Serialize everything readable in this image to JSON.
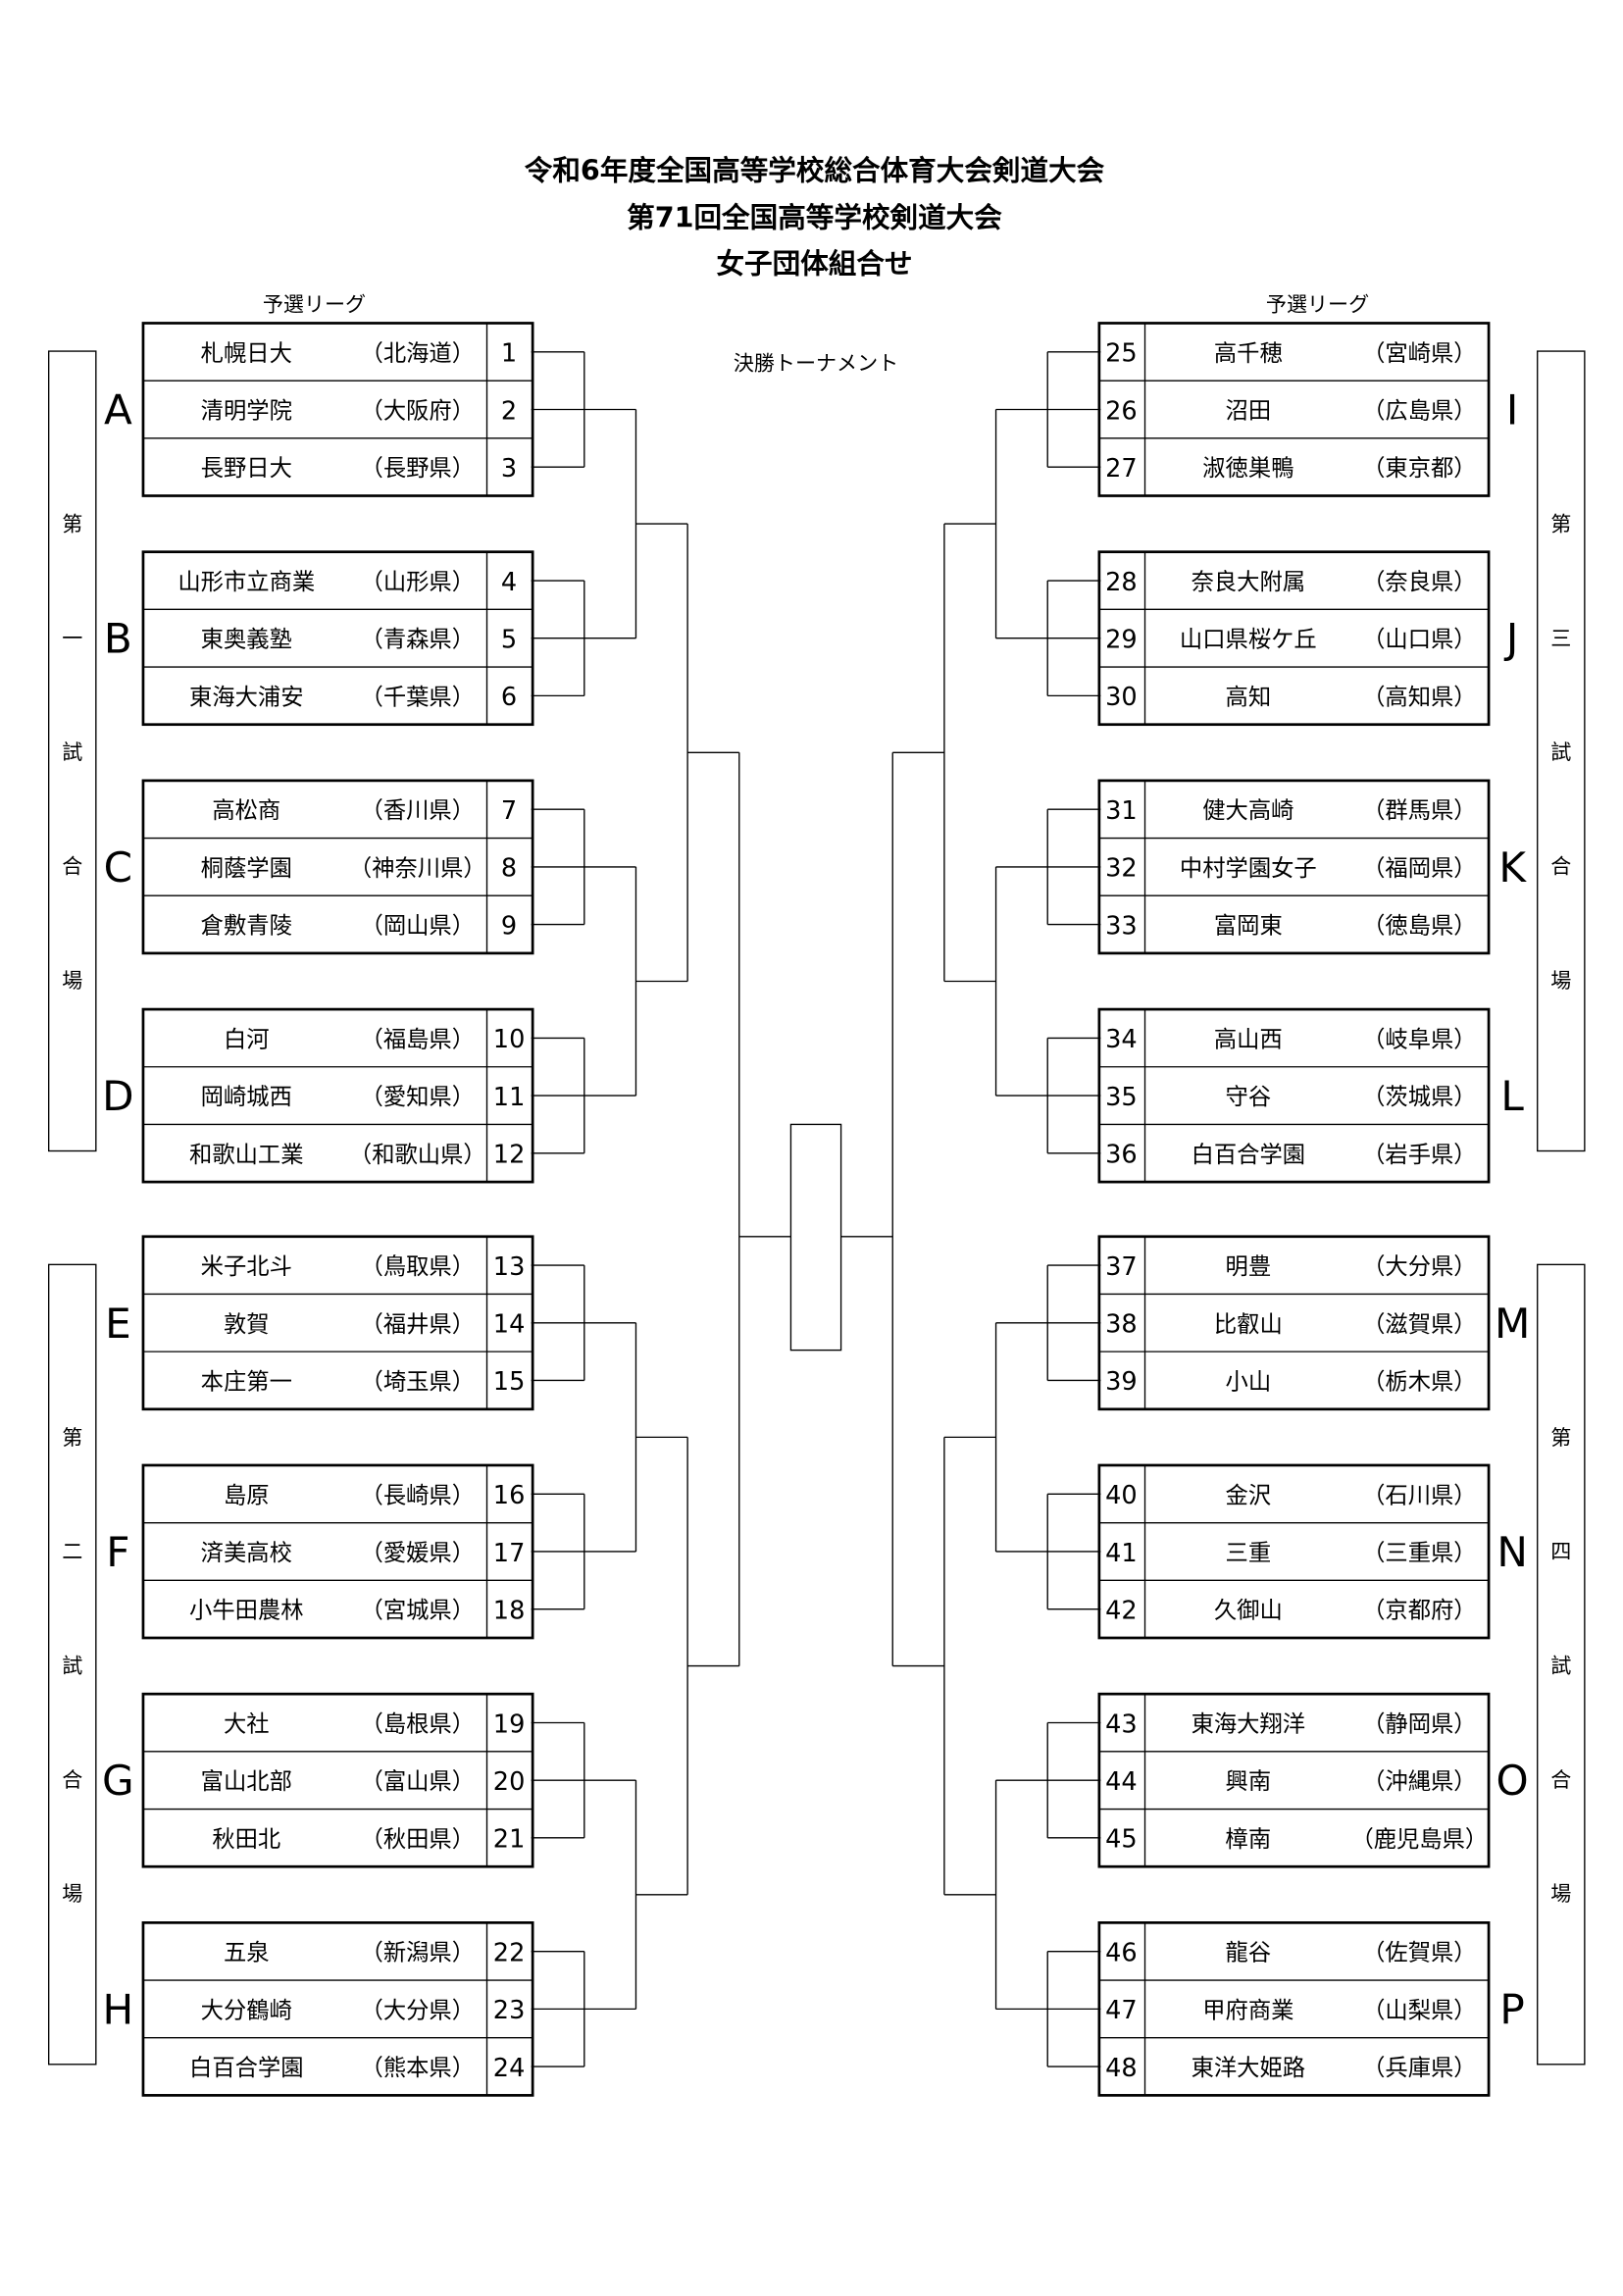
{
  "header": {
    "title_line1": "令和6年度全国高等学校総合体育大会剣道大会",
    "title_line2": "第71回全国高等学校剣道大会",
    "title_line3": "女子団体組合せ"
  },
  "labels": {
    "league_left": "予選リーグ",
    "league_right": "予選リーグ",
    "final_tournament": "決勝トーナメント"
  },
  "venues": [
    {
      "side": "left",
      "chars": [
        "第",
        "一",
        "試",
        "合",
        "場"
      ]
    },
    {
      "side": "left",
      "chars": [
        "第",
        "二",
        "試",
        "合",
        "場"
      ]
    },
    {
      "side": "right",
      "chars": [
        "第",
        "三",
        "試",
        "合",
        "場"
      ]
    },
    {
      "side": "right",
      "chars": [
        "第",
        "四",
        "試",
        "合",
        "場"
      ]
    }
  ],
  "groups": [
    {
      "letter": "A",
      "side": "left",
      "teams": [
        {
          "no": "1",
          "name": "札幌日大",
          "pref": "（北海道）"
        },
        {
          "no": "2",
          "name": "清明学院",
          "pref": "（大阪府）"
        },
        {
          "no": "3",
          "name": "長野日大",
          "pref": "（長野県）"
        }
      ]
    },
    {
      "letter": "B",
      "side": "left",
      "teams": [
        {
          "no": "4",
          "name": "山形市立商業",
          "pref": "（山形県）"
        },
        {
          "no": "5",
          "name": "東奥義塾",
          "pref": "（青森県）"
        },
        {
          "no": "6",
          "name": "東海大浦安",
          "pref": "（千葉県）"
        }
      ]
    },
    {
      "letter": "C",
      "side": "left",
      "teams": [
        {
          "no": "7",
          "name": "高松商",
          "pref": "（香川県）"
        },
        {
          "no": "8",
          "name": "桐蔭学園",
          "pref": "（神奈川県）"
        },
        {
          "no": "9",
          "name": "倉敷青陵",
          "pref": "（岡山県）"
        }
      ]
    },
    {
      "letter": "D",
      "side": "left",
      "teams": [
        {
          "no": "10",
          "name": "白河",
          "pref": "（福島県）"
        },
        {
          "no": "11",
          "name": "岡崎城西",
          "pref": "（愛知県）"
        },
        {
          "no": "12",
          "name": "和歌山工業",
          "pref": "（和歌山県）"
        }
      ]
    },
    {
      "letter": "E",
      "side": "left",
      "teams": [
        {
          "no": "13",
          "name": "米子北斗",
          "pref": "（鳥取県）"
        },
        {
          "no": "14",
          "name": "敦賀",
          "pref": "（福井県）"
        },
        {
          "no": "15",
          "name": "本庄第一",
          "pref": "（埼玉県）"
        }
      ]
    },
    {
      "letter": "F",
      "side": "left",
      "teams": [
        {
          "no": "16",
          "name": "島原",
          "pref": "（長崎県）"
        },
        {
          "no": "17",
          "name": "済美高校",
          "pref": "（愛媛県）"
        },
        {
          "no": "18",
          "name": "小牛田農林",
          "pref": "（宮城県）"
        }
      ]
    },
    {
      "letter": "G",
      "side": "left",
      "teams": [
        {
          "no": "19",
          "name": "大社",
          "pref": "（島根県）"
        },
        {
          "no": "20",
          "name": "富山北部",
          "pref": "（富山県）"
        },
        {
          "no": "21",
          "name": "秋田北",
          "pref": "（秋田県）"
        }
      ]
    },
    {
      "letter": "H",
      "side": "left",
      "teams": [
        {
          "no": "22",
          "name": "五泉",
          "pref": "（新潟県）"
        },
        {
          "no": "23",
          "name": "大分鶴崎",
          "pref": "（大分県）"
        },
        {
          "no": "24",
          "name": "白百合学園",
          "pref": "（熊本県）"
        }
      ]
    },
    {
      "letter": "I",
      "side": "right",
      "teams": [
        {
          "no": "25",
          "name": "高千穂",
          "pref": "（宮崎県）"
        },
        {
          "no": "26",
          "name": "沼田",
          "pref": "（広島県）"
        },
        {
          "no": "27",
          "name": "淑徳巣鴨",
          "pref": "（東京都）"
        }
      ]
    },
    {
      "letter": "J",
      "side": "right",
      "teams": [
        {
          "no": "28",
          "name": "奈良大附属",
          "pref": "（奈良県）"
        },
        {
          "no": "29",
          "name": "山口県桜ケ丘",
          "pref": "（山口県）"
        },
        {
          "no": "30",
          "name": "高知",
          "pref": "（高知県）"
        }
      ]
    },
    {
      "letter": "K",
      "side": "right",
      "teams": [
        {
          "no": "31",
          "name": "健大高崎",
          "pref": "（群馬県）"
        },
        {
          "no": "32",
          "name": "中村学園女子",
          "pref": "（福岡県）"
        },
        {
          "no": "33",
          "name": "富岡東",
          "pref": "（徳島県）"
        }
      ]
    },
    {
      "letter": "L",
      "side": "right",
      "teams": [
        {
          "no": "34",
          "name": "高山西",
          "pref": "（岐阜県）"
        },
        {
          "no": "35",
          "name": "守谷",
          "pref": "（茨城県）"
        },
        {
          "no": "36",
          "name": "白百合学園",
          "pref": "（岩手県）"
        }
      ]
    },
    {
      "letter": "M",
      "side": "right",
      "teams": [
        {
          "no": "37",
          "name": "明豊",
          "pref": "（大分県）"
        },
        {
          "no": "38",
          "name": "比叡山",
          "pref": "（滋賀県）"
        },
        {
          "no": "39",
          "name": "小山",
          "pref": "（栃木県）"
        }
      ]
    },
    {
      "letter": "N",
      "side": "right",
      "teams": [
        {
          "no": "40",
          "name": "金沢",
          "pref": "（石川県）"
        },
        {
          "no": "41",
          "name": "三重",
          "pref": "（三重県）"
        },
        {
          "no": "42",
          "name": "久御山",
          "pref": "（京都府）"
        }
      ]
    },
    {
      "letter": "O",
      "side": "right",
      "teams": [
        {
          "no": "43",
          "name": "東海大翔洋",
          "pref": "（静岡県）"
        },
        {
          "no": "44",
          "name": "興南",
          "pref": "（沖縄県）"
        },
        {
          "no": "45",
          "name": "樟南",
          "pref": "（鹿児島県）"
        }
      ]
    },
    {
      "letter": "P",
      "side": "right",
      "teams": [
        {
          "no": "46",
          "name": "龍谷",
          "pref": "（佐賀県）"
        },
        {
          "no": "47",
          "name": "甲府商業",
          "pref": "（山梨県）"
        },
        {
          "no": "48",
          "name": "東洋大姫路",
          "pref": "（兵庫県）"
        }
      ]
    }
  ]
}
